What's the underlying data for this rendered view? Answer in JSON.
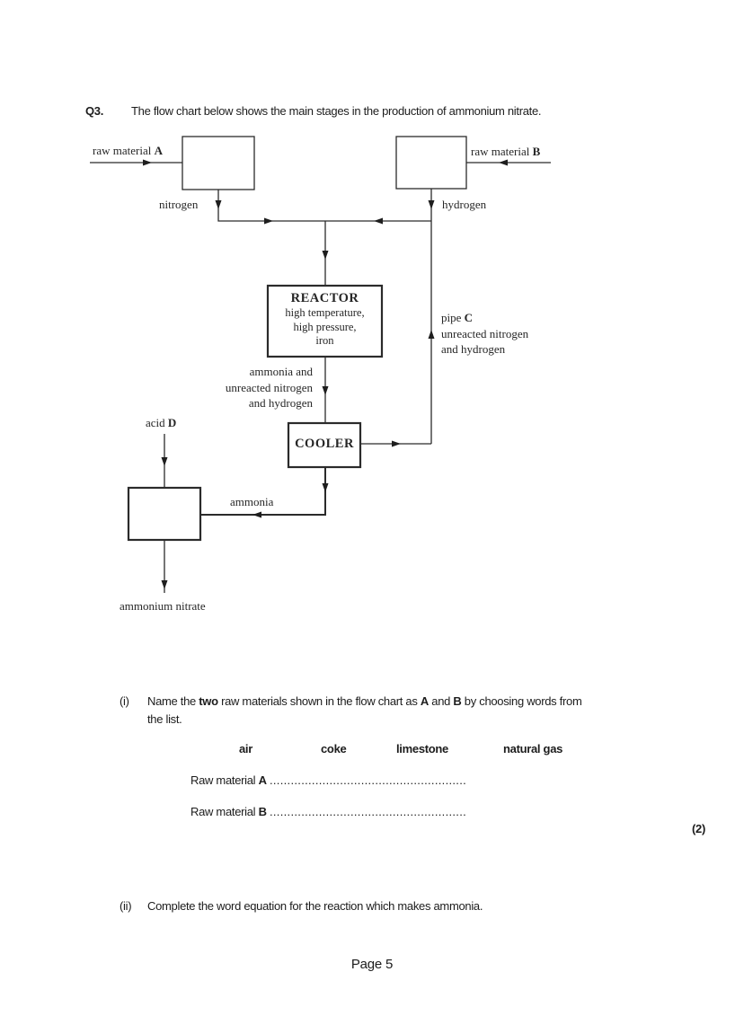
{
  "question": {
    "number": "Q3.",
    "intro": "The flow chart below shows the main stages in the production of ammonium nitrate."
  },
  "diagram": {
    "raw_material_a": {
      "prefix": "raw material ",
      "letter": "A"
    },
    "raw_material_b": {
      "prefix": "raw material ",
      "letter": "B"
    },
    "nitrogen": "nitrogen",
    "hydrogen": "hydrogen",
    "reactor": {
      "title": "REACTOR",
      "line1": "high temperature,",
      "line2": "high pressure,",
      "line3": "iron"
    },
    "pipe_c": {
      "prefix": "pipe ",
      "letter": "C",
      "line2": "unreacted nitrogen",
      "line3": "and hydrogen"
    },
    "reactor_output": {
      "line1": "ammonia and",
      "line2": "unreacted nitrogen",
      "line3": "and hydrogen"
    },
    "acid_d": {
      "prefix": "acid ",
      "letter": "D"
    },
    "cooler": {
      "title": "COOLER"
    },
    "ammonia": "ammonia",
    "ammonium_nitrate": "ammonium nitrate"
  },
  "part_i": {
    "label": "(i)",
    "line1": {
      "t1": "Name the ",
      "b1": "two",
      "t2": " raw materials shown in the flow chart as ",
      "b2": "A",
      "t3": " and ",
      "b3": "B",
      "t4": " by choosing words from"
    },
    "line2": "the list.",
    "options": [
      "air",
      "coke",
      "limestone",
      "natural gas"
    ],
    "answer_a": {
      "t1": "Raw material ",
      "b1": "A",
      "dots": "........................................................"
    },
    "answer_b": {
      "t1": "Raw material ",
      "b1": "B",
      "dots": "........................................................"
    },
    "marks": "(2)"
  },
  "part_ii": {
    "label": "(ii)",
    "text": "Complete the word equation for the reaction which makes ammonia."
  },
  "footer": {
    "page_label": "Page 5"
  },
  "colors": {
    "ink": "#1c1c1c",
    "line": "#2b2b2b",
    "background": "#ffffff"
  }
}
